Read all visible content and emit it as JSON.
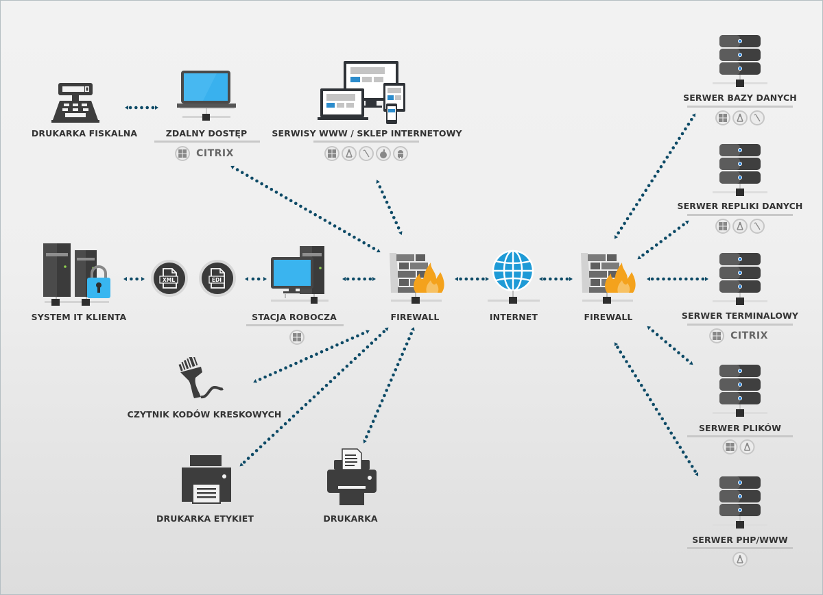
{
  "colors": {
    "link_dots": "#0d4a66",
    "icon_dark": "#3d3d3d",
    "screen_blue": "#2ea8e8",
    "flame": "#f4a21c",
    "label": "#333333",
    "globe": "#1e9ad6",
    "server_dot": "#2a87e0"
  },
  "nodes": {
    "drukarka_fiskalna": {
      "label": "DRUKARKA FISKALNA",
      "icon": "cash-register-icon"
    },
    "zdalny_dostep": {
      "label": "ZDALNY DOSTĘP",
      "icon": "laptop-icon",
      "badges": [
        "windows-icon"
      ],
      "brand": "CITRIX"
    },
    "serwisy_www": {
      "label": "SERWISY WWW / SKLEP INTERNETOWY",
      "icon": "responsive-devices-icon",
      "badges": [
        "windows-icon",
        "linux-icon",
        "bsd-icon",
        "apple-icon",
        "android-icon"
      ]
    },
    "system_it": {
      "label": "SYSTEM IT KLIENTA",
      "icon": "secure-servers-icon"
    },
    "xml": {
      "label": "XML",
      "icon": "xml-file-icon"
    },
    "edi": {
      "label": "EDI",
      "icon": "edi-file-icon"
    },
    "stacja_robocza": {
      "label": "STACJA ROBOCZA",
      "icon": "workstation-icon",
      "badges": [
        "windows-icon"
      ]
    },
    "firewall_left": {
      "label": "FIREWALL",
      "icon": "firewall-icon"
    },
    "internet": {
      "label": "INTERNET",
      "icon": "globe-icon"
    },
    "firewall_right": {
      "label": "FIREWALL",
      "icon": "firewall-icon"
    },
    "czytnik": {
      "label": "CZYTNIK KODÓW KRESKOWYCH",
      "icon": "barcode-scanner-icon"
    },
    "drukarka_etykiet": {
      "label": "DRUKARKA ETYKIET",
      "icon": "label-printer-icon"
    },
    "drukarka": {
      "label": "DRUKARKA",
      "icon": "printer-icon"
    },
    "serwer_bazy": {
      "label": "SERWER BAZY DANYCH",
      "icon": "server-icon",
      "badges": [
        "windows-icon",
        "linux-icon",
        "bsd-icon"
      ]
    },
    "serwer_repliki": {
      "label": "SERWER REPLIKI DANYCH",
      "icon": "server-icon",
      "badges": [
        "windows-icon",
        "linux-icon",
        "bsd-icon"
      ]
    },
    "serwer_terminalowy": {
      "label": "SERWER TERMINALOWY",
      "icon": "server-icon",
      "badges": [
        "windows-icon"
      ],
      "brand": "CITRIX"
    },
    "serwer_plikow": {
      "label": "SERWER PLIKÓW",
      "icon": "server-icon",
      "badges": [
        "windows-icon",
        "linux-icon"
      ]
    },
    "serwer_php": {
      "label": "SERWER PHP/WWW",
      "icon": "server-icon",
      "badges": [
        "linux-icon"
      ]
    }
  },
  "connections": [
    {
      "from": "drukarka_fiskalna",
      "to": "zdalny_dostep"
    },
    {
      "from": "zdalny_dostep",
      "to": "firewall_left"
    },
    {
      "from": "serwisy_www",
      "to": "firewall_left"
    },
    {
      "from": "system_it",
      "to": "xml"
    },
    {
      "from": "edi",
      "to": "stacja_robocza"
    },
    {
      "from": "stacja_robocza",
      "to": "firewall_left"
    },
    {
      "from": "firewall_left",
      "to": "internet"
    },
    {
      "from": "internet",
      "to": "firewall_right"
    },
    {
      "from": "czytnik",
      "to": "firewall_left"
    },
    {
      "from": "drukarka_etykiet",
      "to": "firewall_left"
    },
    {
      "from": "drukarka",
      "to": "firewall_left"
    },
    {
      "from": "firewall_right",
      "to": "serwer_bazy"
    },
    {
      "from": "firewall_right",
      "to": "serwer_repliki"
    },
    {
      "from": "firewall_right",
      "to": "serwer_terminalowy"
    },
    {
      "from": "firewall_right",
      "to": "serwer_plikow"
    },
    {
      "from": "firewall_right",
      "to": "serwer_php"
    }
  ]
}
